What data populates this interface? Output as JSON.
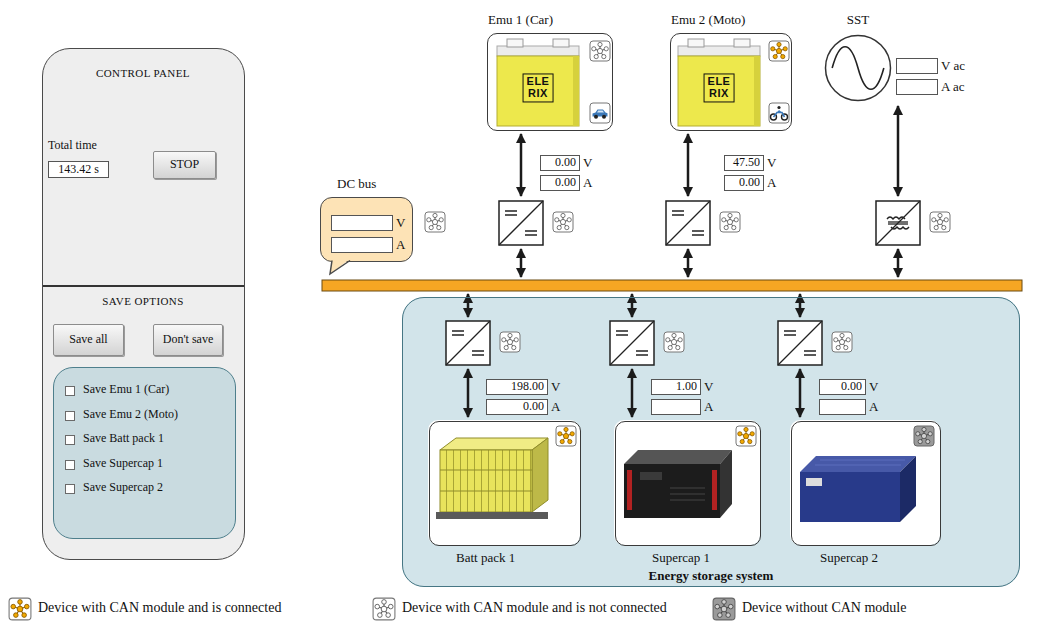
{
  "diagram": {
    "nodes": [
      {
        "text": [
          "CONTROL PANEL",
          "Total time",
          "SAVE OPTIONS"
        ]
      },
      {
        "text": [
          "143.42 s"
        ],
        "in": 0
      },
      {
        "text": [
          "STOP"
        ],
        "in": 0
      },
      {
        "text": [
          "Save all"
        ],
        "in": 0
      },
      {
        "text": [
          "Don't save"
        ],
        "in": 0
      },
      {
        "text": [
          "Save Emu 1 (Car)",
          "Save Emu 2 (Moto)",
          "Save Batt pack 1",
          "Save Supercap 1",
          "Save Supercap 2"
        ],
        "in": 0
      },
      {
        "text": [
          "Emu 1 (Car)"
        ]
      },
      {
        "text": [
          "Emu 2 (Moto)"
        ]
      },
      {
        "text": [
          "SST"
        ]
      },
      {
        "text": [
          "V ac"
        ]
      },
      {
        "text": [
          "A ac"
        ]
      },
      {
        "text": [
          "0.00",
          "V"
        ]
      },
      {
        "text": [
          "0.00",
          "A"
        ]
      },
      {
        "text": [
          "47.50",
          "V"
        ]
      },
      {
        "text": [
          "0.00",
          "A"
        ]
      },
      {
        "text": [
          "DC bus"
        ]
      },
      {
        "text": [
          "V"
        ],
        "in": 15
      },
      {
        "text": [
          "A"
        ],
        "in": 15
      },
      {
        "text": [
          "Energy storage system"
        ]
      },
      {
        "text": [
          "198.00",
          "V"
        ],
        "in": 18
      },
      {
        "text": [
          "0.00",
          "A"
        ],
        "in": 18
      },
      {
        "text": [
          "1.00",
          "V"
        ],
        "in": 18
      },
      {
        "text": [
          "A"
        ],
        "in": 18
      },
      {
        "text": [
          "0.00",
          "V"
        ],
        "in": 18
      },
      {
        "text": [
          "A"
        ],
        "in": 18
      },
      {
        "text": [
          "Batt pack 1"
        ],
        "in": 18
      },
      {
        "text": [
          "Supercap 1"
        ],
        "in": 18
      },
      {
        "text": [
          "Supercap 2"
        ],
        "in": 18
      }
    ],
    "labels": [
      "ELE RIX",
      "ELE RIX"
    ],
    "legend": [
      {
        "text": "Device with CAN module and is connected"
      },
      {
        "text": "Device with CAN module and is not connected"
      },
      {
        "text": "Device without CAN module"
      }
    ]
  }
}
